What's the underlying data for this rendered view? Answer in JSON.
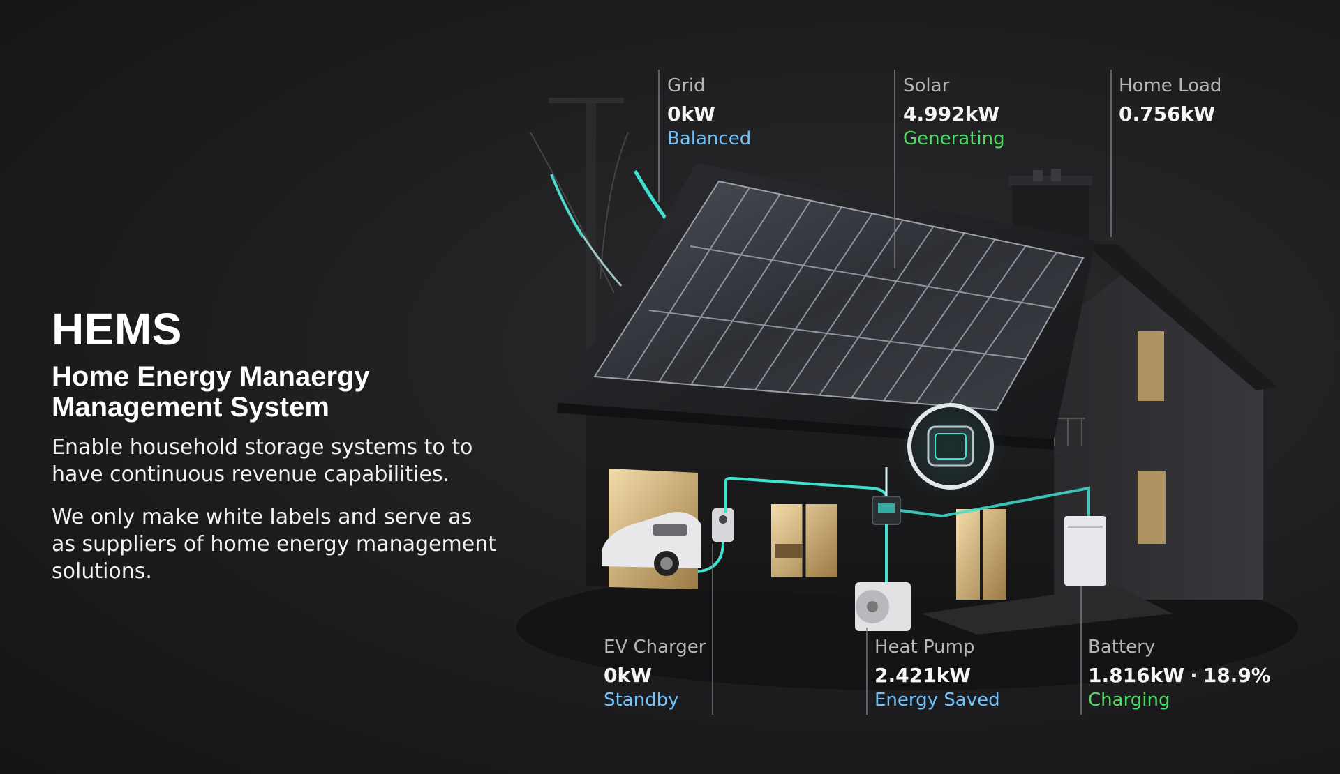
{
  "intro": {
    "title": "HEMS",
    "subtitle": "Home Energy Manaergy Management System",
    "line1": "Enable household storage systems to to have continuous revenue capabilities.",
    "line2": "We only make white labels and serve as as suppliers of home energy management solutions."
  },
  "stats": {
    "grid": {
      "label": "Grid",
      "value": "0kW",
      "status": "Balanced"
    },
    "solar": {
      "label": "Solar",
      "value": "4.992kW",
      "status": "Generating"
    },
    "home_load": {
      "label": "Home Load",
      "value": "0.756kW"
    },
    "ev_charger": {
      "label": "EV Charger",
      "value": "0kW",
      "status": "Standby"
    },
    "heat_pump": {
      "label": "Heat Pump",
      "value": "2.421kW",
      "status": "Energy Saved"
    },
    "battery": {
      "label": "Battery",
      "value": "1.816kW",
      "sep": "·",
      "percent": "18.9%",
      "status": "Charging"
    }
  },
  "colors": {
    "accent_blue": "#6ec3ff",
    "accent_green": "#4ddc62",
    "flow_cyan": "#3fe0d0"
  }
}
